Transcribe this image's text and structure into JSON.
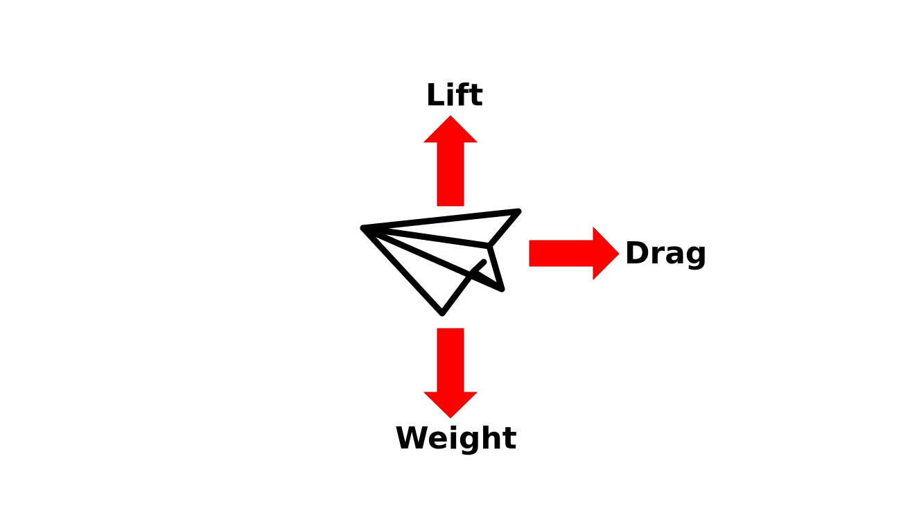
{
  "diagram": {
    "labels": {
      "lift": "Lift",
      "drag": "Drag",
      "weight": "Weight"
    },
    "icon": "paper-airplane-icon",
    "colors": {
      "arrow_fill": "#ff0000",
      "arrow_stroke": "#c00000",
      "icon_stroke": "#000000",
      "background": "#ffffff"
    }
  }
}
